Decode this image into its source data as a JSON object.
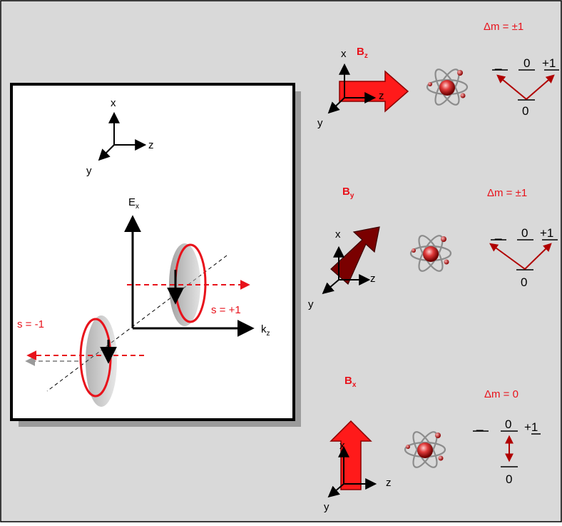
{
  "left_panel": {
    "axes": {
      "x": "x",
      "y": "y",
      "z": "z"
    },
    "field_axis_main": "E",
    "field_axis_sub": "x",
    "k_axis_main": "k",
    "k_axis_sub": "z",
    "helicity_pos": "s = +1",
    "helicity_neg": "s = -1"
  },
  "rows": [
    {
      "field_main": "B",
      "field_sub": "z",
      "axis_x": "x",
      "axis_y": "y",
      "axis_z": "z",
      "rule": "Δm = ±1",
      "levels": [
        "_",
        "0",
        "+1"
      ],
      "ground": "0"
    },
    {
      "field_main": "B",
      "field_sub": "y",
      "axis_x": "x",
      "axis_y": "y",
      "axis_z": "z",
      "rule": "Δm = ±1",
      "levels": [
        "_",
        "0",
        "+1"
      ],
      "ground": "0"
    },
    {
      "field_main": "B",
      "field_sub": "x",
      "axis_x": "x",
      "axis_y": "y",
      "axis_z": "z",
      "rule": "Δm = 0",
      "levels": [
        "_",
        "0",
        "+1"
      ],
      "ground": "0"
    }
  ],
  "colors": {
    "background": "#d9d9d9",
    "accent_red": "#e8121b",
    "dark_red": "#7a0000",
    "arrow_red": "#ff0000"
  }
}
